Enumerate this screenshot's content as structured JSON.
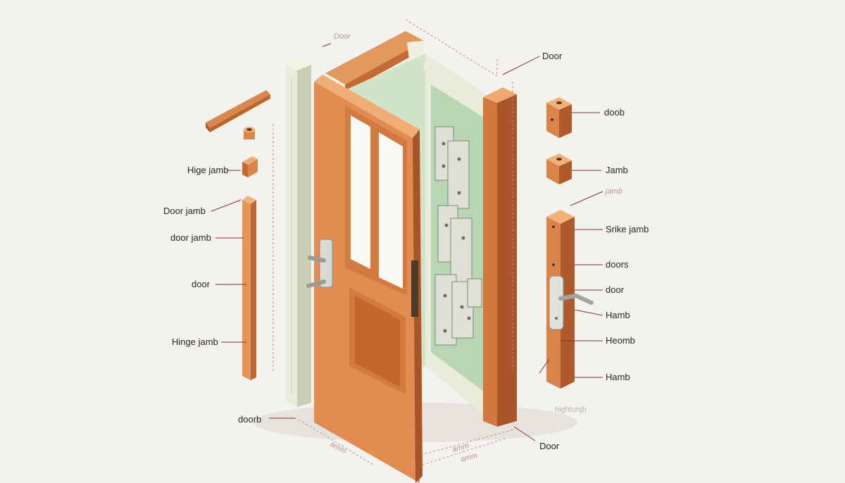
{
  "labels": {
    "left": {
      "hige_jamb": "Hige jamb",
      "door_jamb_1": "Door jamb",
      "door_jamb_2": "door jamb",
      "door": "door",
      "hinge_jamb": "Hinge jamb",
      "doorb": "doorb"
    },
    "top": {
      "door_small": "Door",
      "door_right": "Door"
    },
    "right": {
      "doob": "doob",
      "jamb": "Jamb",
      "jamb_faint": "jamb",
      "strike_jamb": "Srike jamb",
      "doors": "doors",
      "door": "door",
      "hamb_1": "Hamb",
      "heomb": "Heomb",
      "hamb_2": "Hamb"
    },
    "bottom": {
      "hightuntb": "hightunjb",
      "door": "Door",
      "dim_1": "amm",
      "dim_2": "amm",
      "dim_3": "amm"
    }
  },
  "colors": {
    "background": "#f3f2ee",
    "wood_light": "#e79a63",
    "wood_mid": "#d27a42",
    "wood_dark": "#b2592a",
    "frame_pale": "#e9ecdd",
    "frame_green": "#b9d8b4",
    "metal": "#c9c9c9",
    "leader_line": "#8a2f2f"
  }
}
